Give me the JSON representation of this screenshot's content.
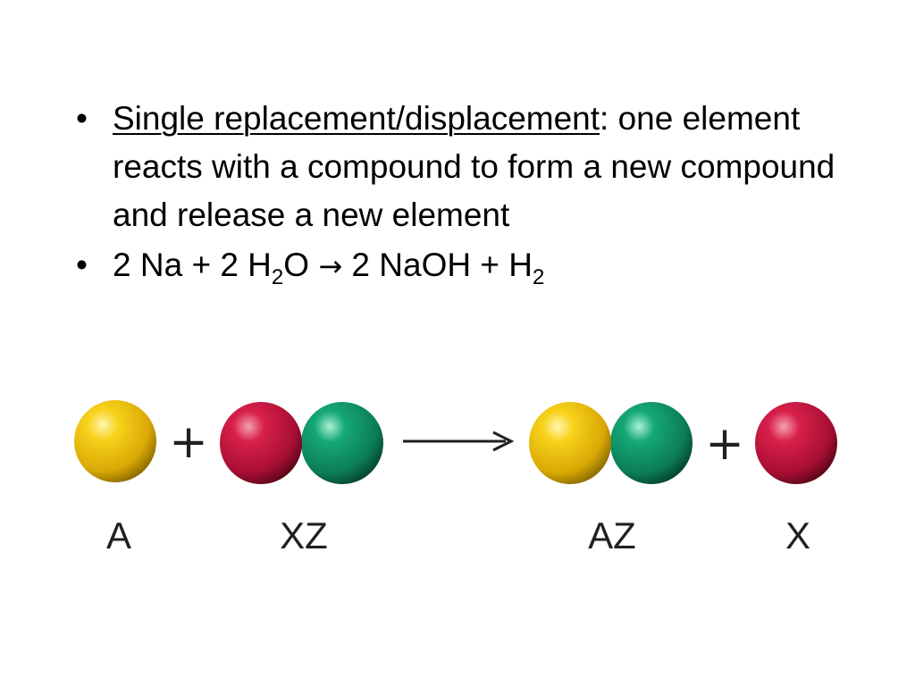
{
  "bullets": {
    "definition": {
      "term": "Single replacement/displacement",
      "text": ": one element reacts with a compound to form a new compound and release a new element"
    },
    "equation": {
      "reactant1": "2 Na",
      "plus1": "+",
      "reactant2_coeff": "2 H",
      "reactant2_sub": "2",
      "reactant2_tail": "O",
      "arrow": "→",
      "product1": "2 NaOH",
      "plus2": "+",
      "product2": "H",
      "product2_sub": "2"
    }
  },
  "diagram": {
    "plus_symbol": "+",
    "labels": {
      "a": "A",
      "xz": "XZ",
      "az": "AZ",
      "x": "X"
    },
    "colors": {
      "element_a": "#f2c20c",
      "element_x": "#c8143c",
      "element_z": "#0f9a6a",
      "arrow": "#231f20"
    }
  }
}
